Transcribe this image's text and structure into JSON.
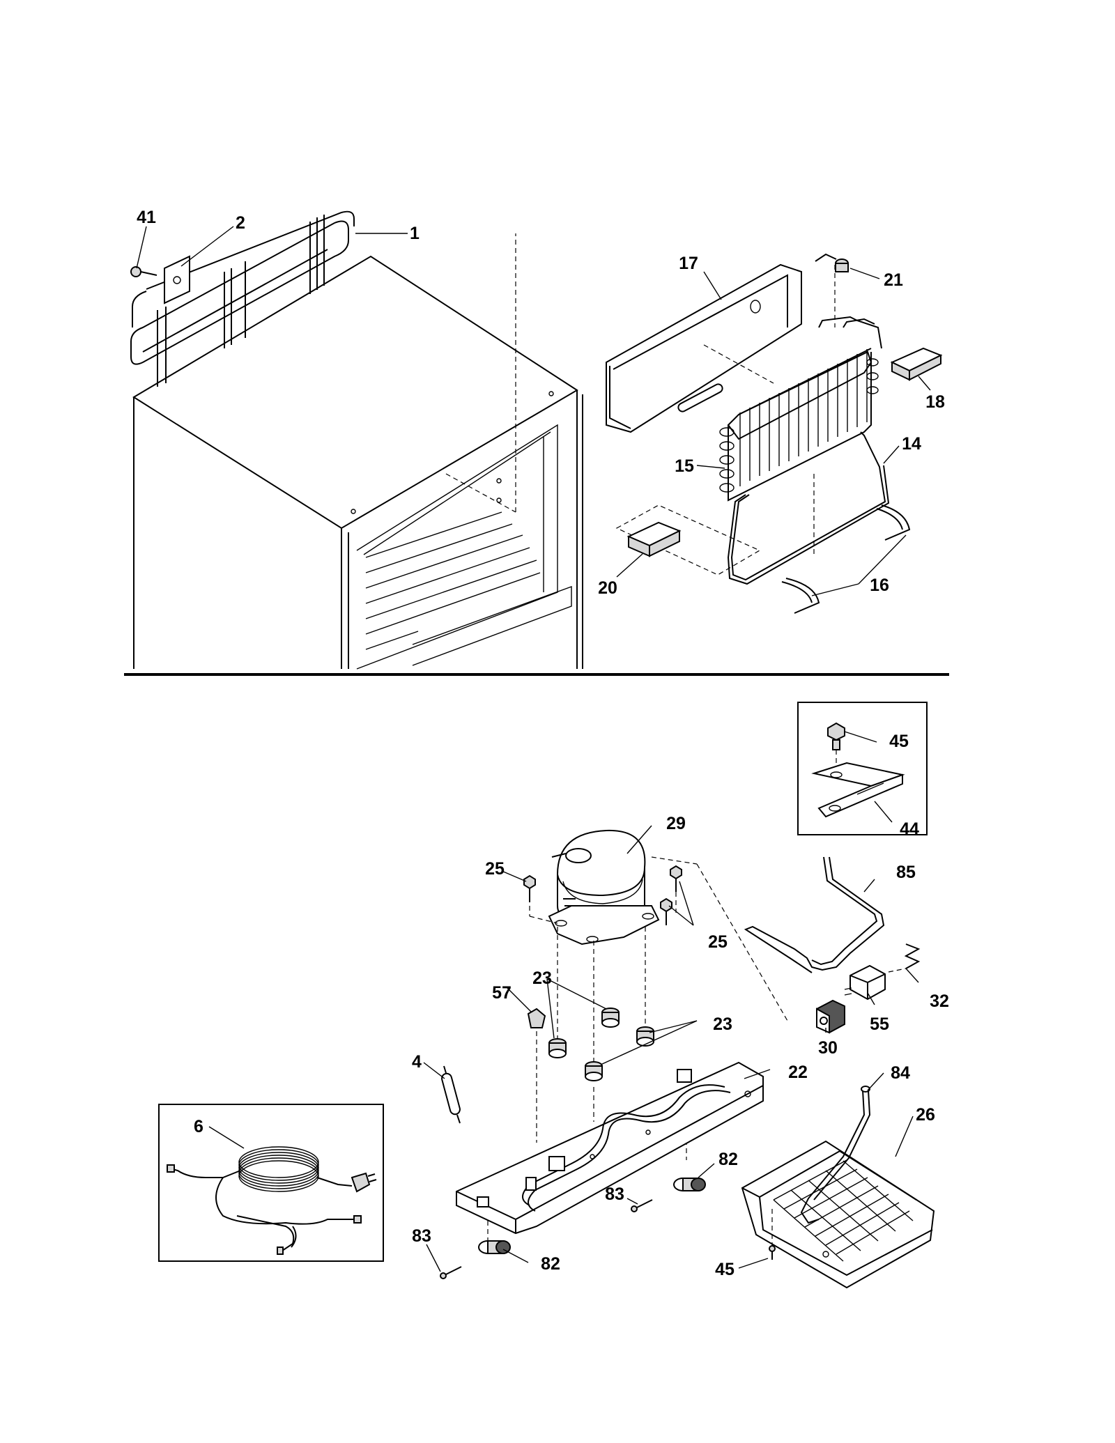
{
  "callouts": {
    "c41": "41",
    "c2": "2",
    "c1": "1",
    "c17": "17",
    "c21": "21",
    "c18": "18",
    "c15": "15",
    "c14": "14",
    "c20": "20",
    "c16": "16",
    "c45a": "45",
    "c44": "44",
    "c29": "29",
    "c25a": "25",
    "c25b": "25",
    "c85": "85",
    "c23a": "23",
    "c57": "57",
    "c23b": "23",
    "c32": "32",
    "c55": "55",
    "c30": "30",
    "c4": "4",
    "c22": "22",
    "c84": "84",
    "c26": "26",
    "c6": "6",
    "c82a": "82",
    "c83a": "83",
    "c83b": "83",
    "c82b": "82",
    "c45b": "45"
  }
}
